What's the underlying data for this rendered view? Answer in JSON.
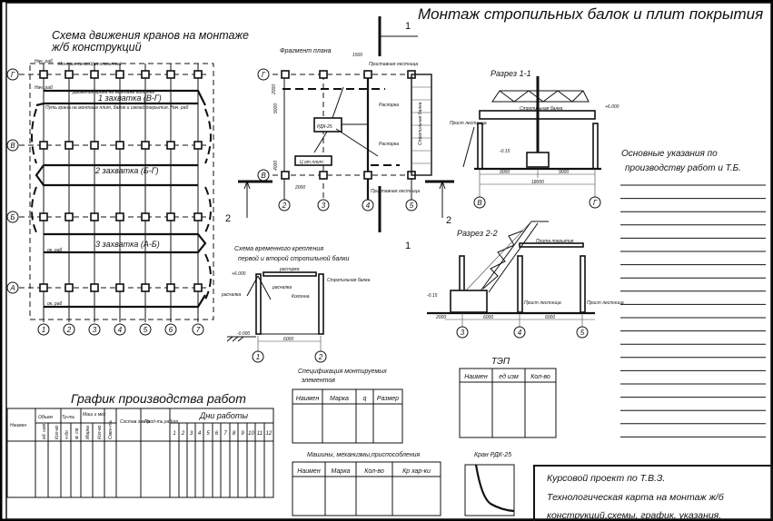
{
  "sheet_title": "Монтаж стропильных балок и плит покрытия",
  "section_marks": {
    "one": "1",
    "two": "2"
  },
  "crane_scheme": {
    "title_line1": "Схема движения кранов на монтаже",
    "title_line2": "ж/б конструкций",
    "row_axes": [
      "Г",
      "В",
      "Б",
      "А"
    ],
    "col_axes": [
      "1",
      "2",
      "3",
      "4",
      "5",
      "6",
      "7"
    ],
    "zone1": "1 захватка (В-Г)",
    "zone2": "2 захватка (Б-Г)",
    "zone3": "3 захватка (А-Б)",
    "start_label": "Нач. раб",
    "end_label": "ок. раб",
    "ties_label": "Монтаж связей(на отметке)",
    "column_path_label": "Движение крана на монтаже колонны",
    "slab_path_label": "Путь крана на монтаже плит, балок и связей покрытия. Нач. раб",
    "work_dim": "ок. раб"
  },
  "plan_fragment": {
    "title": "Фрагмент плана",
    "row_axes": [
      "Г",
      "В"
    ],
    "col_axes": [
      "2",
      "3",
      "4",
      "5"
    ],
    "dim_top": "1500",
    "dim_left1": "2000",
    "dim_left2": "9000",
    "dim_left3": "4000",
    "dim_bottom": "2000",
    "ladder_top": "Приставная лестница",
    "ladder_bottom": "Приставная лестница",
    "strut1": "Распорка",
    "strut2": "Распорка",
    "crane_box": "РДК-25",
    "stack_box": "Ц от плит",
    "beam_label": "Стропильная балка"
  },
  "section_1_1": {
    "title": "Разрез 1-1",
    "beam_label": "Стропильная балка",
    "elev_top": "+6.000",
    "elev_bottom": "-0.15",
    "ladder": "Прист лестница",
    "dim1": "9000",
    "dim2": "9000",
    "dim_total": "18000",
    "axes": [
      "В",
      "Г"
    ]
  },
  "section_2_2": {
    "title": "Разрез 2-2",
    "slab_label": "Плита покрытия",
    "elev": "-0.15",
    "ladder1": "Прист лестница",
    "ladder2": "Прист лестница",
    "dim1": "2000",
    "dim2": "6000",
    "dim3": "6000",
    "axes": [
      "3",
      "4",
      "5"
    ]
  },
  "temp_fixing": {
    "title_line1": "Схема временного крепления",
    "title_line2": "первой и второй стропильной балки",
    "strut": "распорка",
    "brace_left": "расчалка",
    "brace_mid": "расчалка",
    "beam": "Стропильная балка",
    "column": "Колонна",
    "elev_top": "+6.000",
    "elev_bottom": "-0.000",
    "dim": "6000",
    "axes": [
      "1",
      "2"
    ]
  },
  "notes": {
    "title_line1": "Основные указания по",
    "title_line2": "производству работ и Т.Б."
  },
  "schedule": {
    "title": "График производства работ",
    "name_col": "Наимен",
    "volume": "Объем",
    "volume_sub": [
      "ед. изм",
      "Кол-во"
    ],
    "labor": "Тр-ть",
    "labor_sub": [
      "ч-дн",
      "м. см"
    ],
    "machines": "Маш и мех",
    "machines_sub": [
      "Марка",
      "Кол-во"
    ],
    "duration": "Смен-ть",
    "crew": "Состав звена",
    "productivity": "Прод-ть работ",
    "days_title": "Дни работы",
    "days": [
      "1",
      "2",
      "3",
      "4",
      "5",
      "6",
      "7",
      "8",
      "9",
      "10",
      "11",
      "12"
    ]
  },
  "spec": {
    "title_line1": "Спецификация монтируемых",
    "title_line2": "элементов",
    "headers": [
      "Наимен",
      "Марка",
      "q",
      "Размер"
    ]
  },
  "machines_table": {
    "title": "Машины, механизмы,приспособления",
    "headers": [
      "Наимен",
      "Марка",
      "Кол-во",
      "Кр хар-ки"
    ]
  },
  "tep": {
    "title": "ТЭП",
    "headers": [
      "Наимен",
      "ед изм",
      "Кол-во"
    ]
  },
  "crane_chart": {
    "title": "Кран РДК-25"
  },
  "title_block": {
    "line1": "Курсовой проект по Т.В.З.",
    "line2": "Технологическая карта на монтаж ж/б",
    "line3": "конструкций,схемы, график, указания."
  }
}
